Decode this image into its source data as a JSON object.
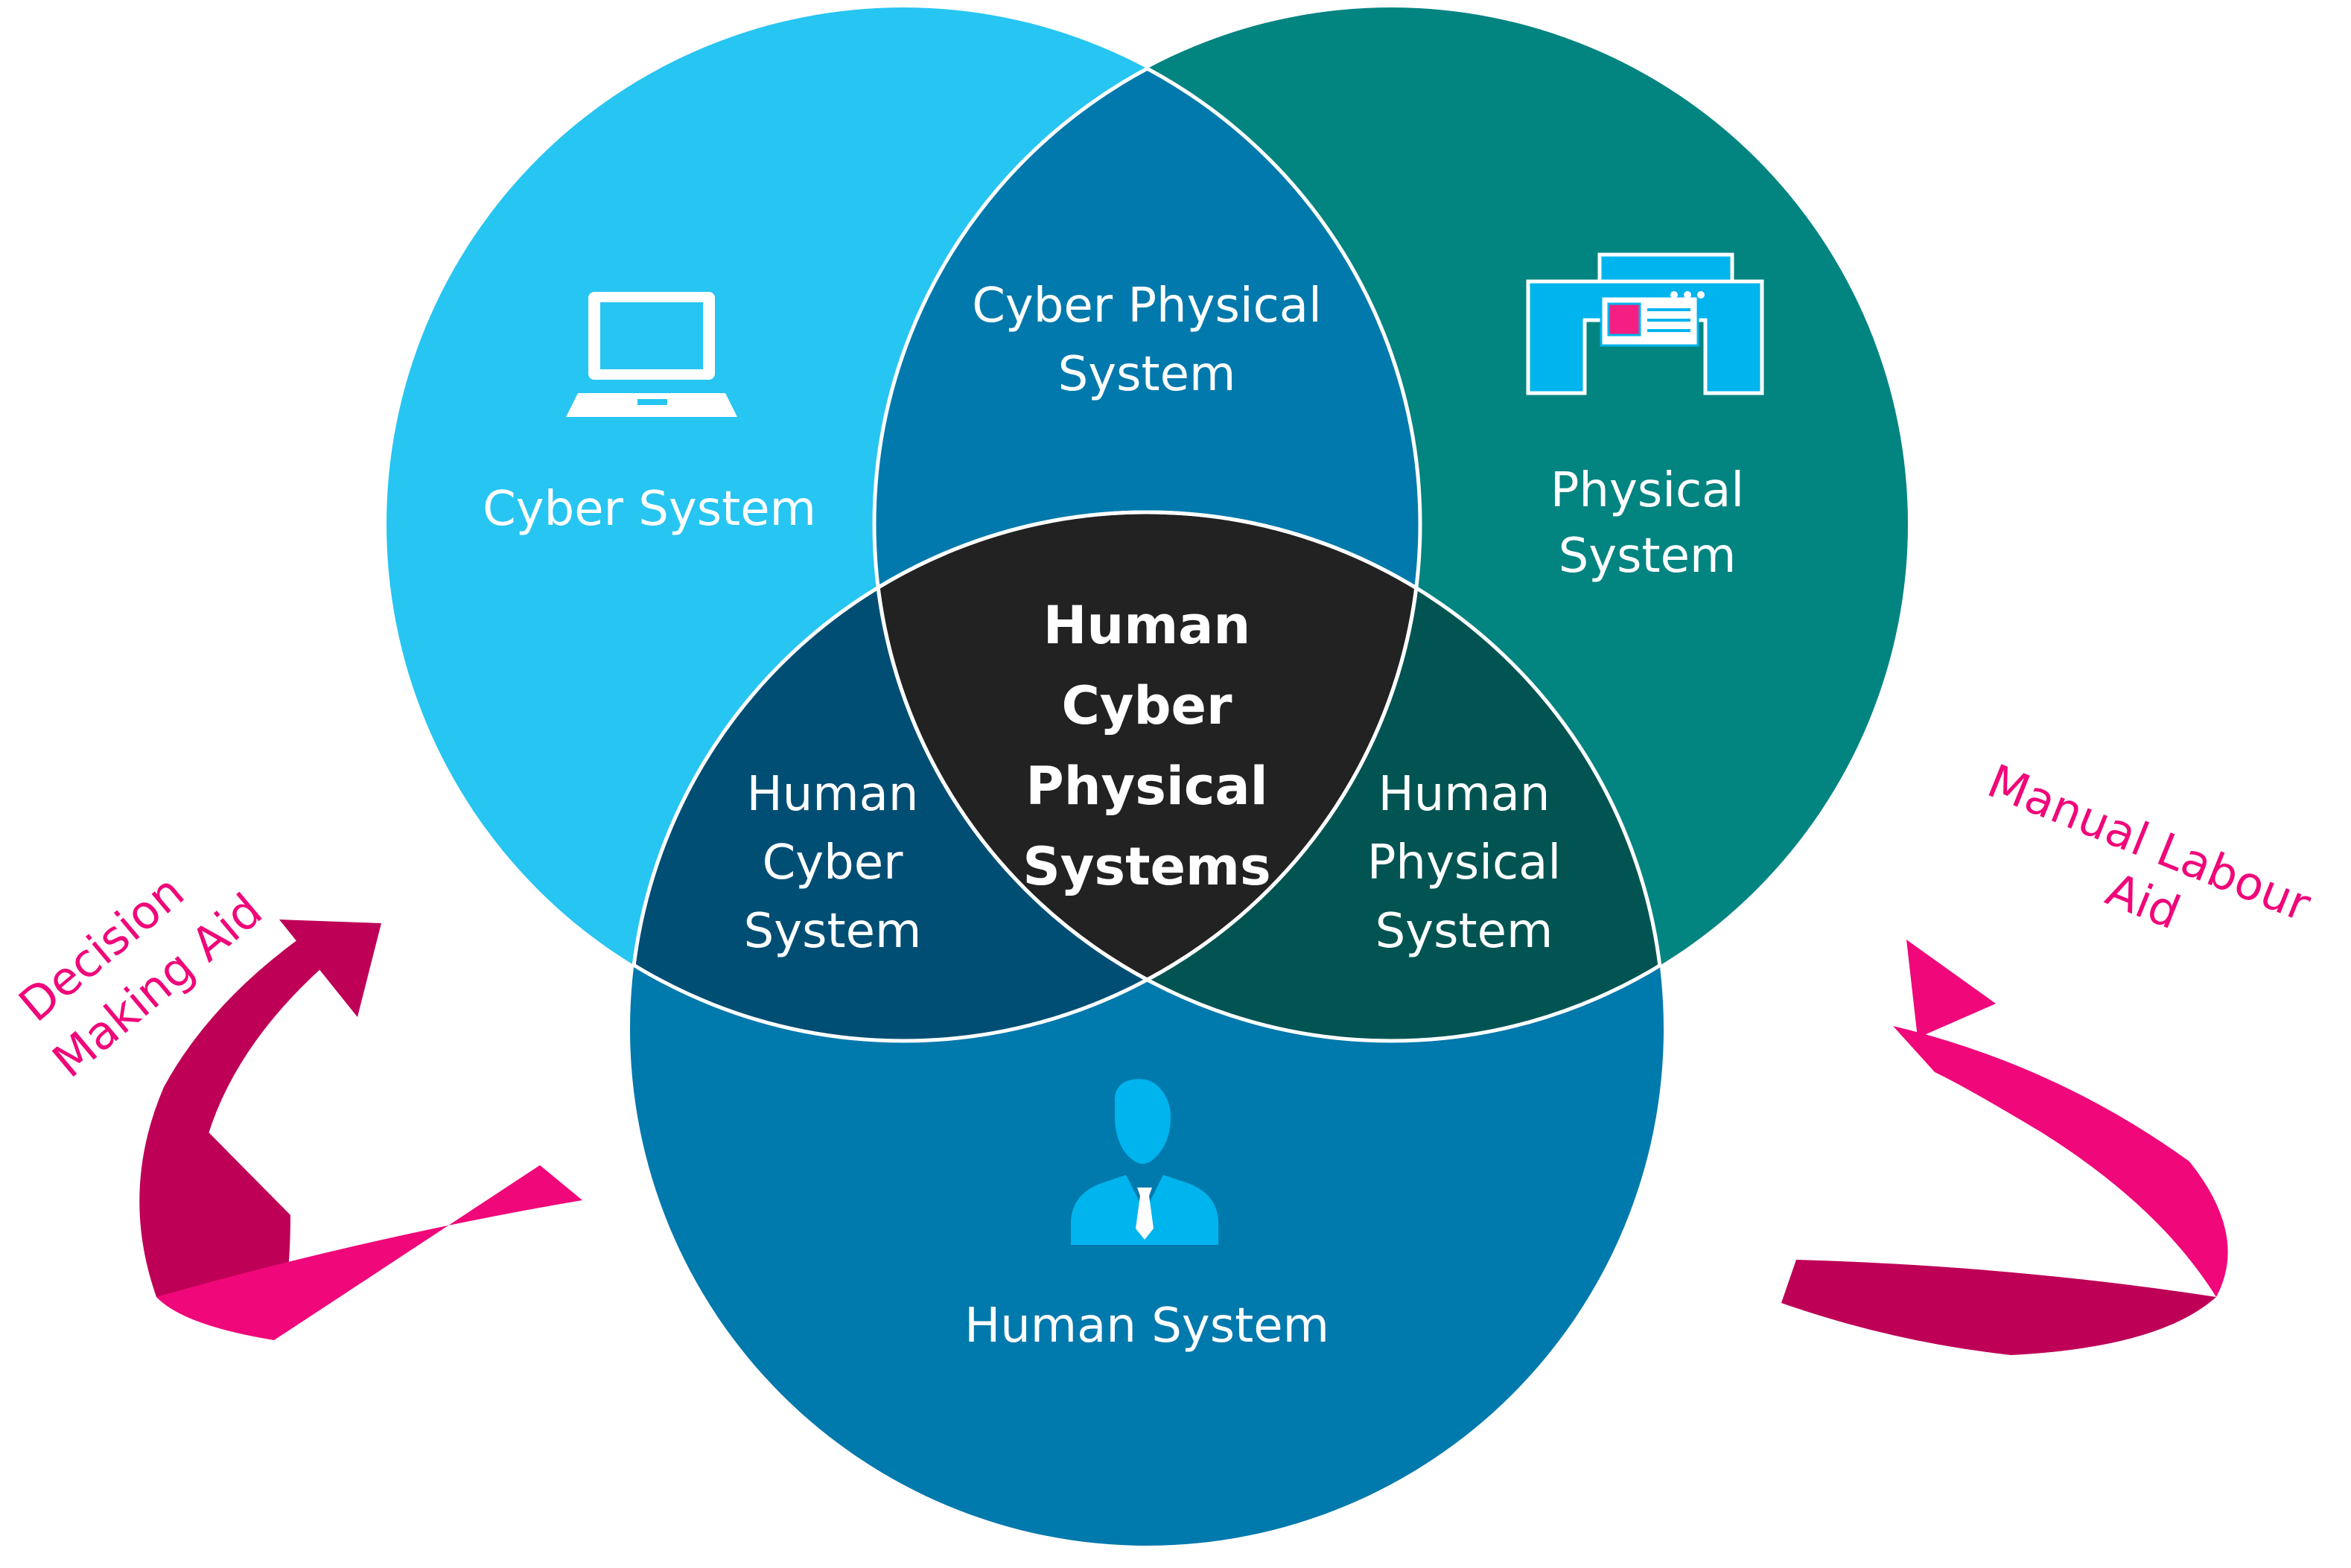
{
  "colors": {
    "cyber": "#27C5F1",
    "physical": "#028481",
    "human": "#0079AD",
    "cyber_physical": "#0179AC",
    "human_cyber": "#014E74",
    "human_physical": "#025453",
    "center": "#222222",
    "arrow": "#F0077A",
    "arrow_dark": "#BE0057",
    "icon_blue": "#00B4EE",
    "icon_pink": "#F51E83"
  },
  "labels": {
    "cyber_system": "Cyber System",
    "cyber_physical_line1": "Cyber Physical",
    "cyber_physical_line2": "System",
    "physical_line1": "Physical",
    "physical_line2": "System",
    "center_line1": "Human",
    "center_line2": "Cyber",
    "center_line3": "Physical",
    "center_line4": "Systems",
    "human_cyber_line1": "Human",
    "human_cyber_line2": "Cyber",
    "human_cyber_line3": "System",
    "human_physical_line1": "Human",
    "human_physical_line2": "Physical",
    "human_physical_line3": "System",
    "human_system": "Human System"
  },
  "arrows": {
    "left_line1": "Decision",
    "left_line2": "Making Aid",
    "right_line1": "Manual Labour",
    "right_line2": "Aid"
  },
  "icons": {
    "cyber": "laptop-icon",
    "physical": "machine-icon",
    "human": "person-icon"
  }
}
